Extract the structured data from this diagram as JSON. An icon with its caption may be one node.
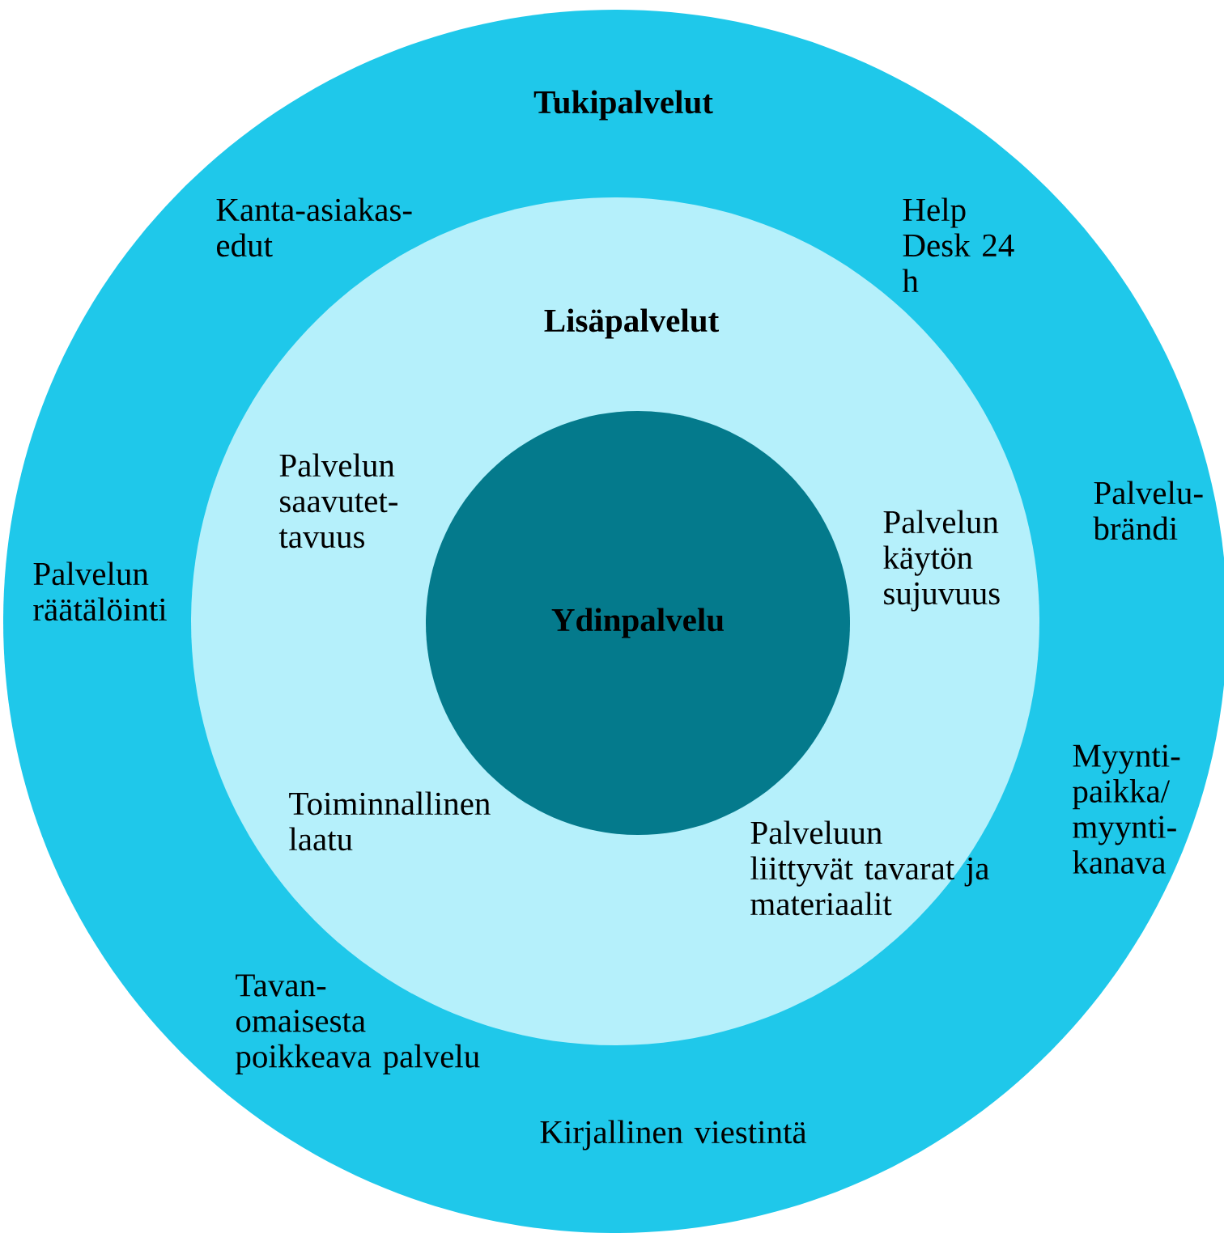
{
  "diagram": {
    "nodes": [
      {
        "text": [
          "Tukipalvelut"
        ]
      },
      {
        "text": [
          "Lisäpalvelut"
        ],
        "in": 0
      },
      {
        "text": [
          "Ydinpalvelu"
        ],
        "in": 1
      }
    ],
    "labels": [
      "Kanta-asiakas- edut",
      "Help Desk 24 h",
      "Palvelu- brändi",
      "Palvelun saavutet- tavuus",
      "Palvelun käytön sujuvuus",
      "Palvelun räätälöinti",
      "Toiminnallinen laatu",
      "Palveluun liittyvät tavarat ja materiaalit",
      "Myynti- paikka/ myynti- kanava",
      "Tavan- omaisesta poikkeava palvelu",
      "Kirjallinen viestintä"
    ]
  }
}
